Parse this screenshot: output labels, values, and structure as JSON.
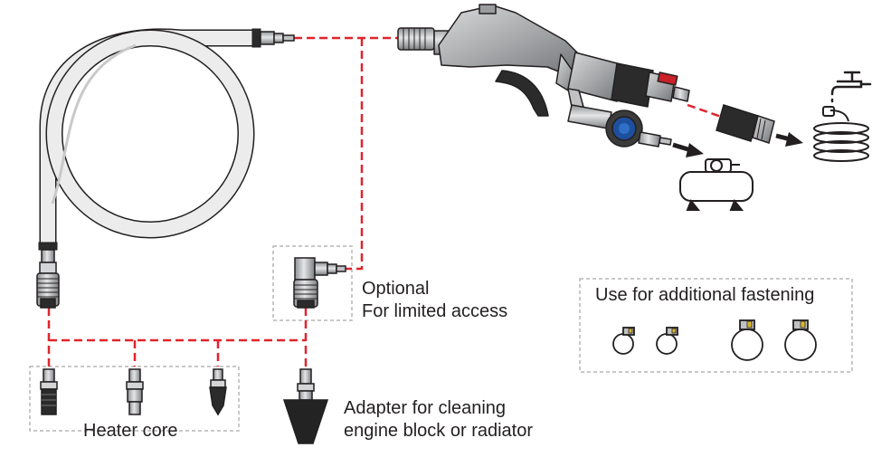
{
  "labels": {
    "optional": "Optional",
    "limited_access": "For limited access",
    "use_for_additional_fastening": "Use for additional fastening",
    "heater_core": "Heater core",
    "adapter_line1": "Adapter for cleaning",
    "adapter_line2": "engine block or radiator"
  },
  "colors": {
    "dashed_line": "#e0242b",
    "outline": "#231f20",
    "hose_fill": "#ececec",
    "metal_fill": "#bfc1c3",
    "dark_fill": "#2b2b2b",
    "gauge_blue": "#1d4f9c",
    "group_border": "#b5b5b5"
  },
  "icons": [
    "faucet-icon",
    "garden-hose-icon",
    "air-compressor-icon"
  ]
}
